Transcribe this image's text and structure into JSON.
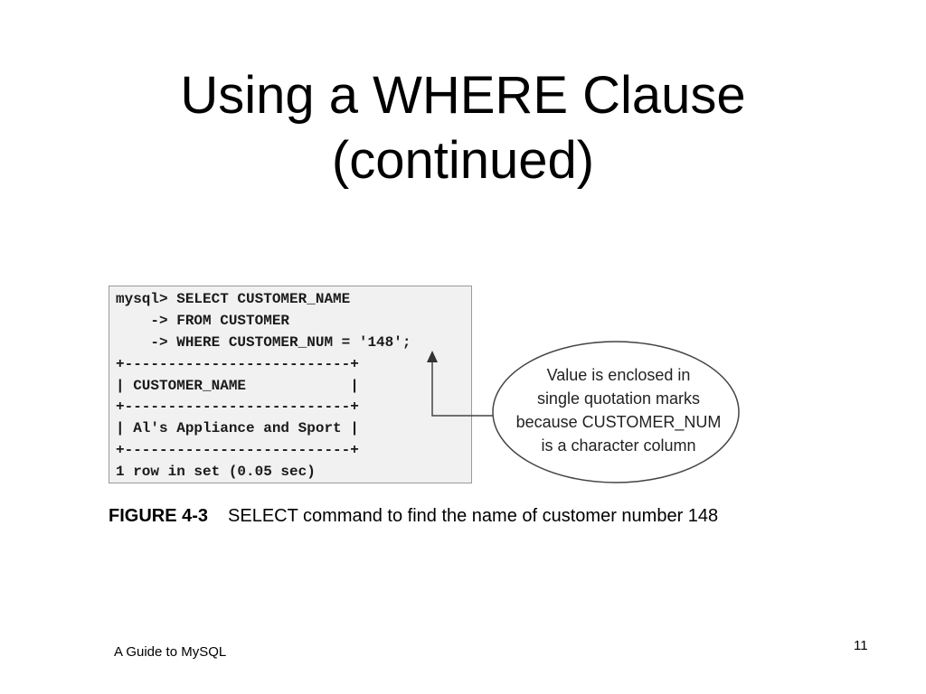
{
  "title": {
    "line1": "Using a WHERE Clause",
    "line2": "(continued)"
  },
  "terminal": {
    "lines": [
      "mysql> SELECT CUSTOMER_NAME",
      "    -> FROM CUSTOMER",
      "    -> WHERE CUSTOMER_NUM = '148';",
      "+--------------------------+",
      "| CUSTOMER_NAME            |",
      "+--------------------------+",
      "| Al's Appliance and Sport |",
      "+--------------------------+",
      "1 row in set (0.05 sec)"
    ]
  },
  "callout": {
    "lines": [
      "Value is enclosed in",
      "single quotation marks",
      "because CUSTOMER_NUM",
      "is a character column"
    ]
  },
  "caption": {
    "label": "FIGURE 4-3",
    "text": "SELECT command to find the name of customer number 148"
  },
  "footer": {
    "left": "A Guide to MySQL",
    "page_number": "11"
  }
}
